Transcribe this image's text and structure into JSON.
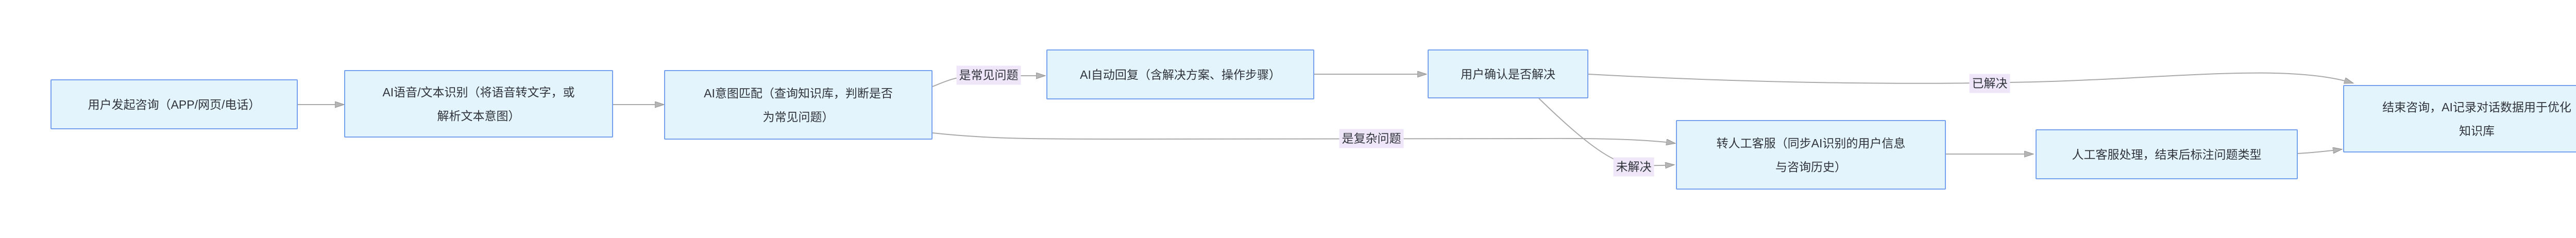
{
  "diagram": {
    "colors": {
      "background": "#ffffff",
      "node_fill": "#e3f4fd",
      "node_border": "#74a0ee",
      "edge_label_bg": "#efe6fa",
      "text": "#30343a",
      "connector": "#a9a9a9"
    },
    "nodes": [
      {
        "id": "user-initiates",
        "lines": [
          "用户发起咨询（APP/网页/电话）"
        ]
      },
      {
        "id": "ai-recognition",
        "lines": [
          "AI语音/文本识别（将语音转文字，或",
          "解析文本意图）"
        ]
      },
      {
        "id": "intent-match",
        "lines": [
          "AI意图匹配（查询知识库，判断是否",
          "为常见问题）"
        ]
      },
      {
        "id": "ai-auto-reply",
        "lines": [
          "AI自动回复（含解决方案、操作步骤）"
        ]
      },
      {
        "id": "user-confirm",
        "lines": [
          "用户确认是否解决"
        ]
      },
      {
        "id": "transfer-human",
        "lines": [
          "转人工客服（同步AI识别的用户信息",
          "与咨询历史）"
        ]
      },
      {
        "id": "human-handle",
        "lines": [
          "人工客服处理，结束后标注问题类型"
        ]
      },
      {
        "id": "end-record",
        "lines": [
          "结束咨询，AI记录对话数据用于优化",
          "知识库"
        ]
      }
    ],
    "edge_labels": [
      {
        "id": "common-question",
        "text": "是常见问题"
      },
      {
        "id": "complex-question",
        "text": "是复杂问题"
      },
      {
        "id": "not-solved",
        "text": "未解决"
      },
      {
        "id": "solved",
        "text": "已解决"
      }
    ]
  }
}
